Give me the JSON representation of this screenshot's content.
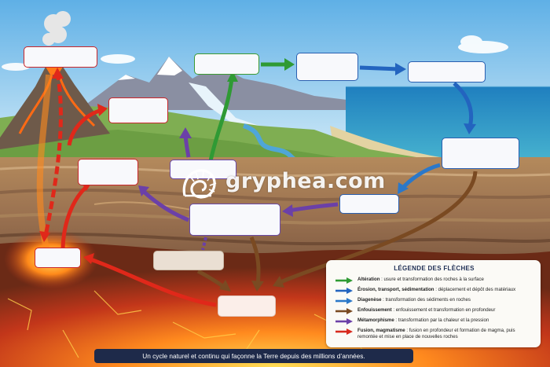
{
  "caption": "Un cycle naturel et continu qui façonne la Terre depuis des millions d’années.",
  "watermark": {
    "text": "gryphea.com"
  },
  "legend": {
    "title": "LÉGENDE DES FLÈCHES",
    "items": [
      {
        "bold": "Altération",
        "text": " : usure et transformation des roches à la surface",
        "color": "#2f9a34"
      },
      {
        "bold": "Érosion, transport, sédimentation",
        "text": " : déplacement et dépôt des matériaux",
        "color": "#2364bf"
      },
      {
        "bold": "Diagenèse",
        "text": " : transformation des sédiments en roches",
        "color": "#2b78c9"
      },
      {
        "bold": "Enfouissement",
        "text": " : enfouissement et transformation en profondeur",
        "color": "#7a4a22"
      },
      {
        "bold": "Métamorphisme",
        "text": " : transformation par la chaleur et la pression",
        "color": "#6b40a8"
      },
      {
        "bold": "Fusion, magmatisme",
        "text": " : fusion en profondeur et formation de magma, puis remontée et mise en place de nouvelles roches",
        "color": "#d72a1e"
      }
    ]
  }
}
